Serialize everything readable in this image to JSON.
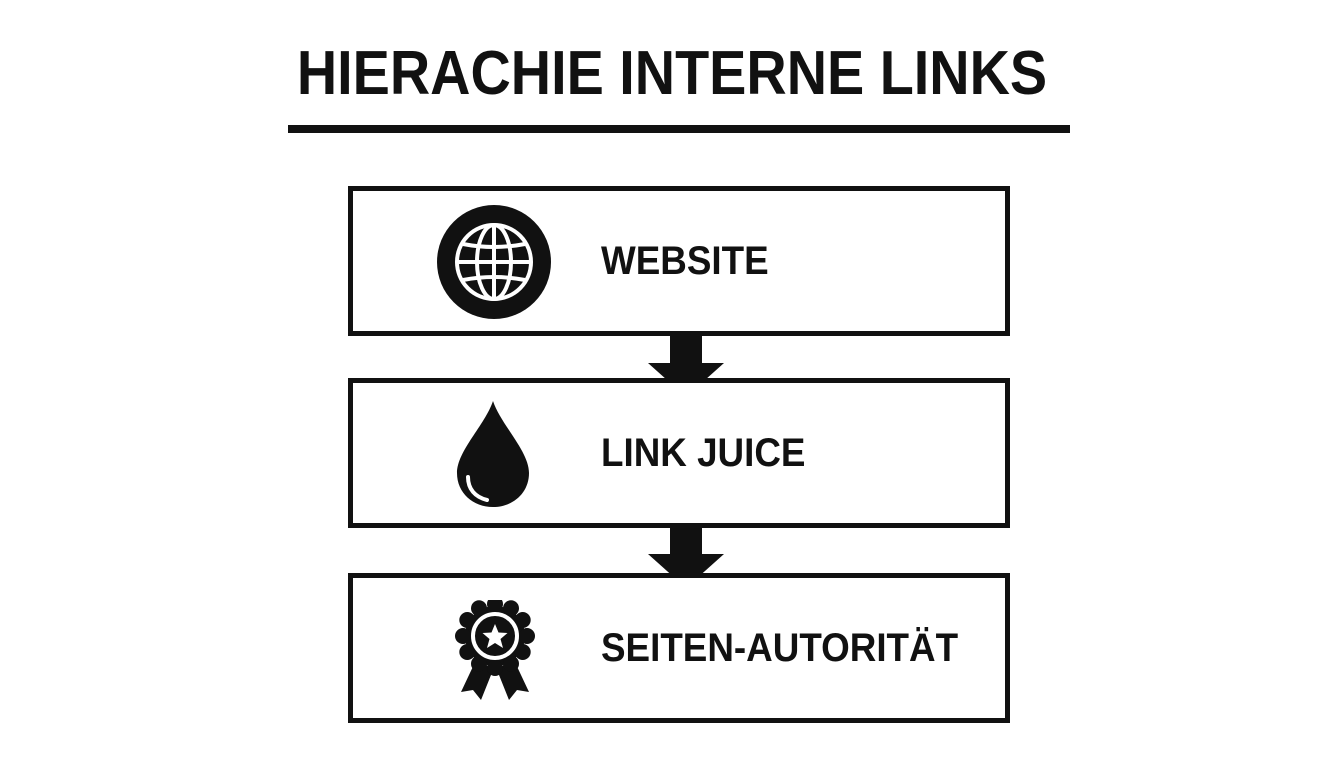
{
  "title": "HIERACHIE INTERNE LINKS",
  "steps": [
    {
      "label": "WEBSITE",
      "icon": "globe-icon"
    },
    {
      "label": "LINK JUICE",
      "icon": "droplet-icon"
    },
    {
      "label": "SEITEN-AUTORITÄT",
      "icon": "award-badge-icon"
    }
  ],
  "colors": {
    "ink": "#111111",
    "background": "#ffffff"
  }
}
